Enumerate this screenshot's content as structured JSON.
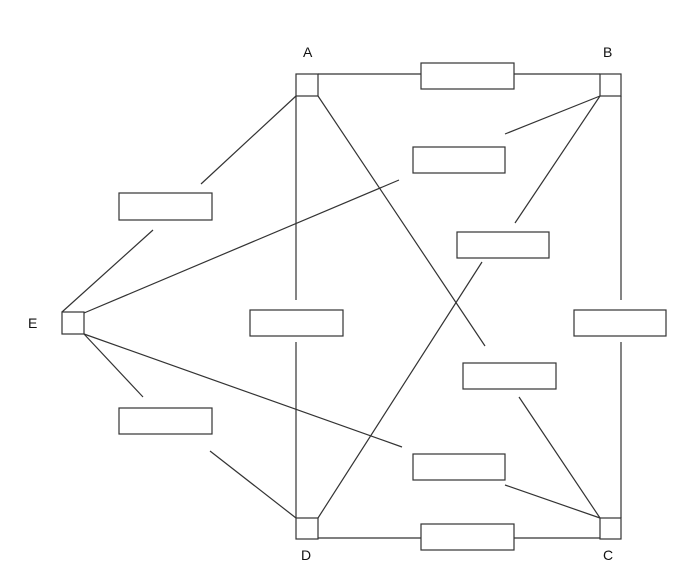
{
  "nodes": {
    "A": "A",
    "B": "B",
    "C": "C",
    "D": "D",
    "E": "E"
  },
  "edge_labels": [
    {
      "id": "ab",
      "text": ""
    },
    {
      "id": "bd",
      "text": ""
    },
    {
      "id": "ea",
      "text": ""
    },
    {
      "id": "bc",
      "text": ""
    },
    {
      "id": "bd2",
      "text": ""
    },
    {
      "id": "ad",
      "text": ""
    },
    {
      "id": "ac",
      "text": ""
    },
    {
      "id": "ed",
      "text": ""
    },
    {
      "id": "ec",
      "text": ""
    },
    {
      "id": "dc",
      "text": ""
    }
  ],
  "colors": {
    "line": "#333333",
    "background": "#ffffff"
  }
}
